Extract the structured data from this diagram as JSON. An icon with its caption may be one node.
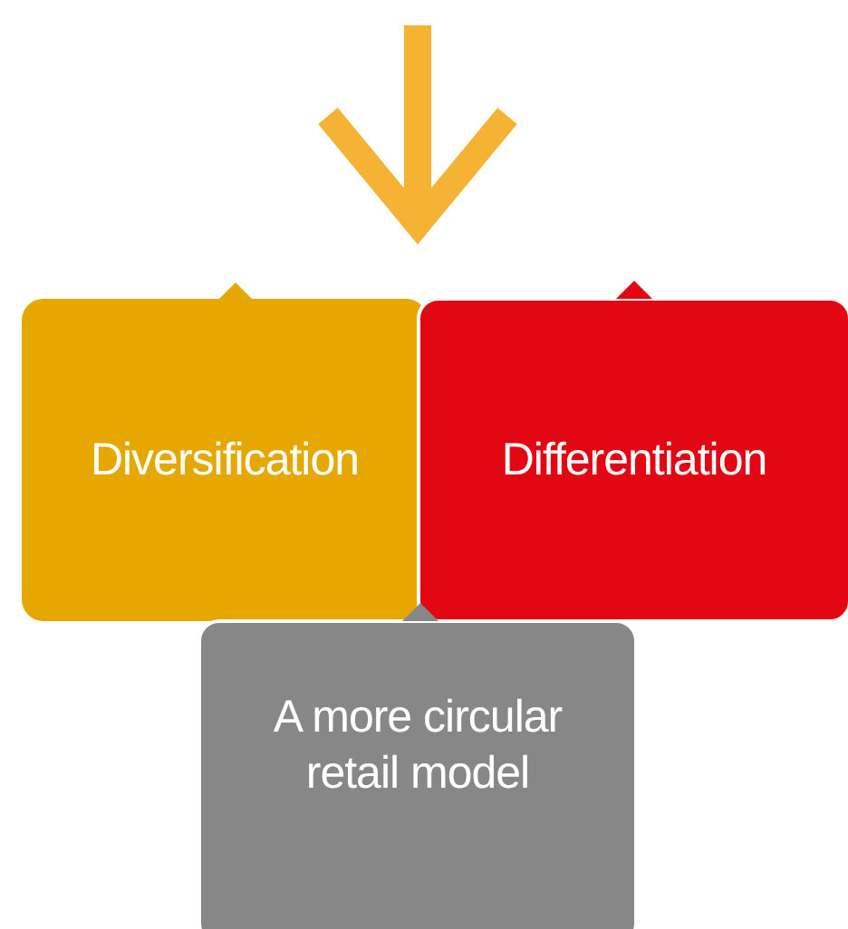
{
  "diagram": {
    "nodes": [
      {
        "text": [
          "Diversification"
        ]
      },
      {
        "text": [
          "Differentiation"
        ]
      },
      {
        "text": [
          "A more circular retail model"
        ]
      }
    ],
    "edges": []
  }
}
